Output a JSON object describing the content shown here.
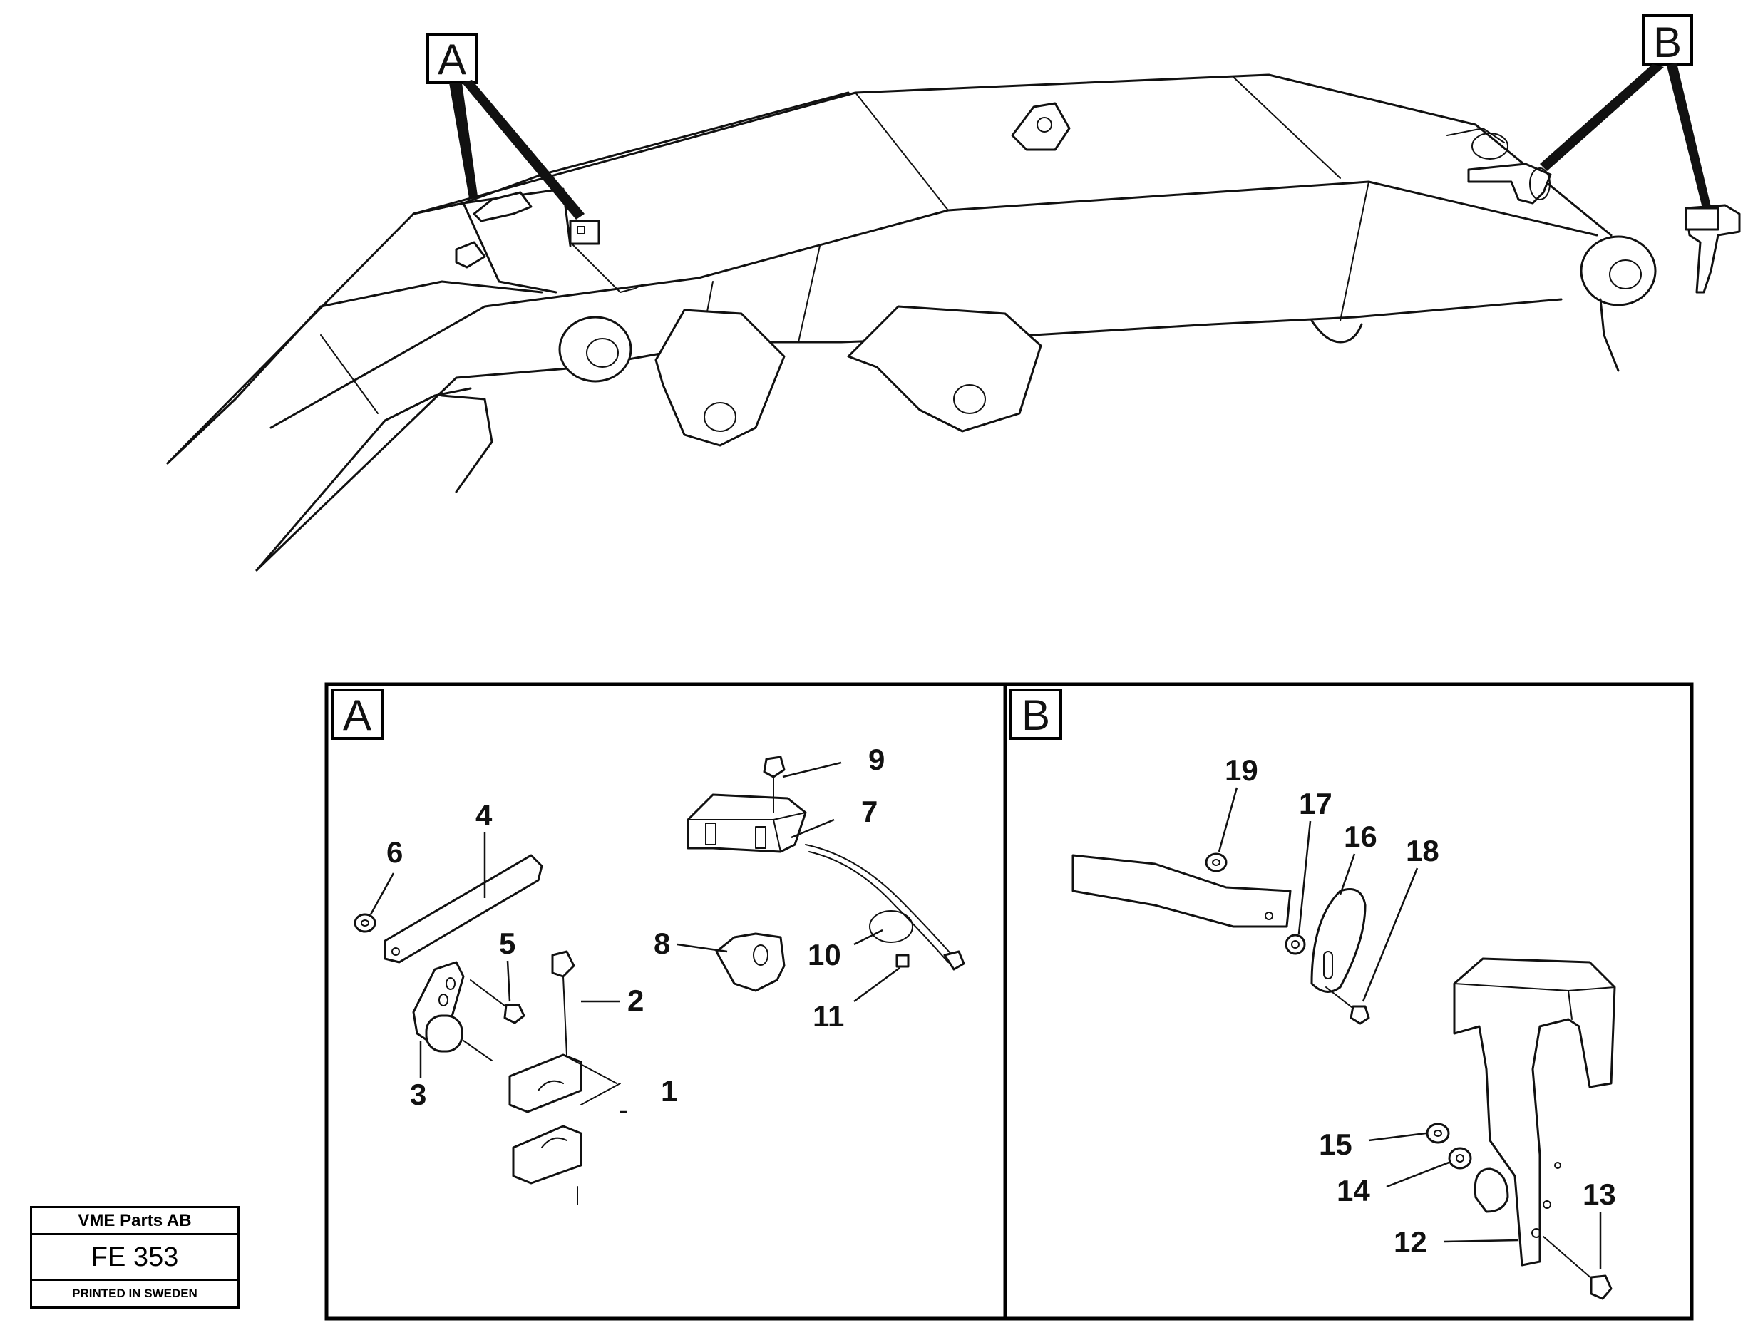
{
  "detail_views": {
    "a": "A",
    "b": "B"
  },
  "part_numbers": [
    "1",
    "2",
    "3",
    "4",
    "5",
    "6",
    "7",
    "8",
    "9",
    "10",
    "11",
    "12",
    "13",
    "14",
    "15",
    "16",
    "17",
    "18",
    "19"
  ],
  "stamp": {
    "company": "VME Parts AB",
    "code": "FE 353",
    "printed": "PRINTED IN SWEDEN"
  }
}
